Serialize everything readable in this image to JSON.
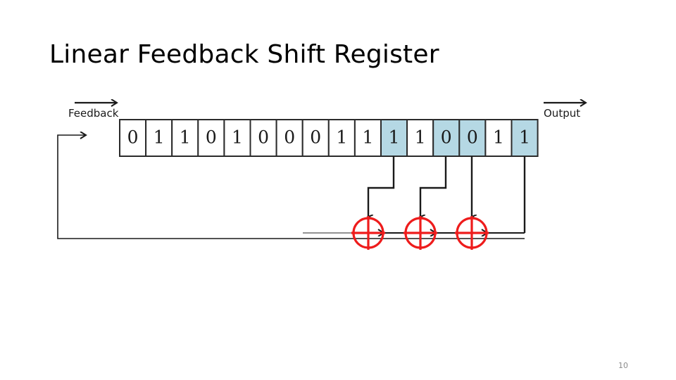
{
  "slide": {
    "title": "Linear Feedback Shift Register",
    "page_number": "10",
    "background_color": "#ffffff"
  },
  "diagram": {
    "name": "lfsr-diagram",
    "labels": {
      "feedback": "Feedback",
      "output": "Output"
    },
    "colors": {
      "cell_fill": "#ffffff",
      "cell_tap_fill": "#b5d8e4",
      "cell_stroke": "#2b2b2b",
      "wire": "#1a1a1a",
      "xor": "#ee1c1c",
      "bit_text": "#1a1a1a"
    },
    "register": {
      "name": "shift-register",
      "cell_count": 16,
      "cells": [
        {
          "index": 0,
          "bit": "0",
          "tapped": false
        },
        {
          "index": 1,
          "bit": "1",
          "tapped": false
        },
        {
          "index": 2,
          "bit": "1",
          "tapped": false
        },
        {
          "index": 3,
          "bit": "0",
          "tapped": false
        },
        {
          "index": 4,
          "bit": "1",
          "tapped": false
        },
        {
          "index": 5,
          "bit": "0",
          "tapped": false
        },
        {
          "index": 6,
          "bit": "0",
          "tapped": false
        },
        {
          "index": 7,
          "bit": "0",
          "tapped": false
        },
        {
          "index": 8,
          "bit": "1",
          "tapped": false
        },
        {
          "index": 9,
          "bit": "1",
          "tapped": false
        },
        {
          "index": 10,
          "bit": "1",
          "tapped": true
        },
        {
          "index": 11,
          "bit": "1",
          "tapped": false
        },
        {
          "index": 12,
          "bit": "0",
          "tapped": true
        },
        {
          "index": 13,
          "bit": "0",
          "tapped": true
        },
        {
          "index": 14,
          "bit": "1",
          "tapped": false
        },
        {
          "index": 15,
          "bit": "1",
          "tapped": true
        }
      ],
      "bit_string": "0110100011110011"
    },
    "xor_gates": [
      {
        "name": "xor-gate-1",
        "symbol": "xor"
      },
      {
        "name": "xor-gate-2",
        "symbol": "xor"
      },
      {
        "name": "xor-gate-3",
        "symbol": "xor"
      }
    ]
  }
}
